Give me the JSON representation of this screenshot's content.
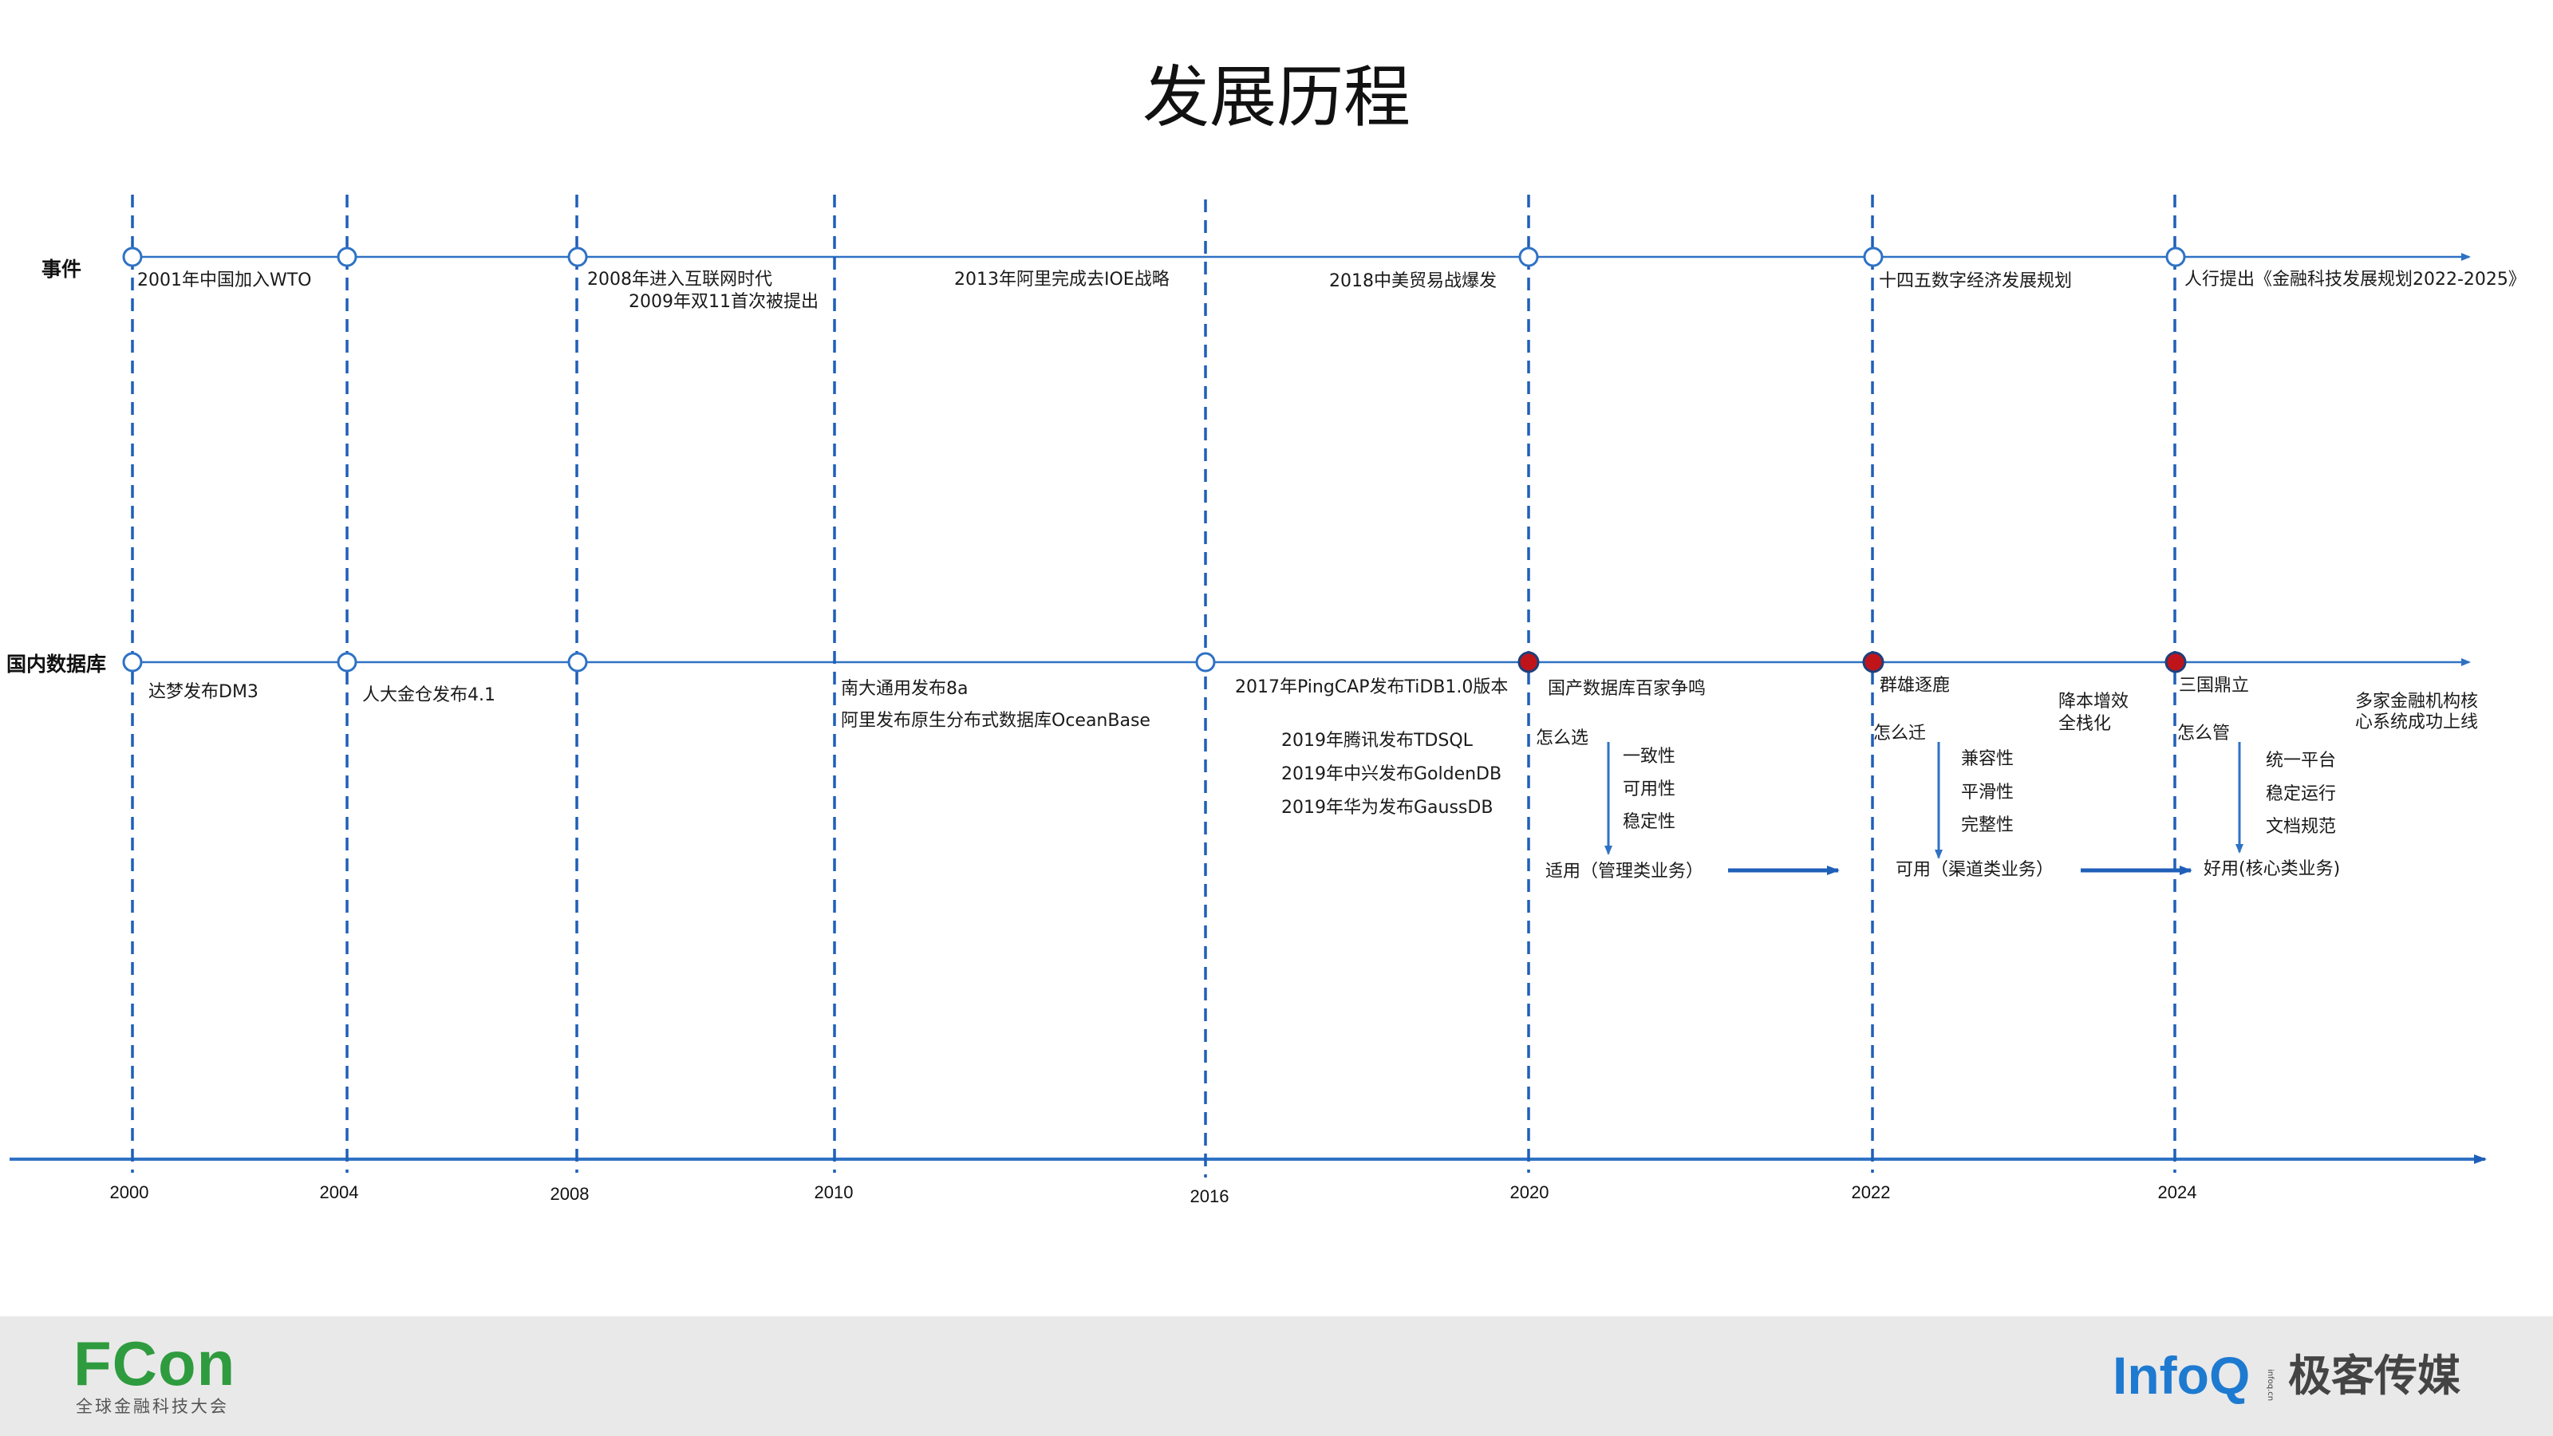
{
  "title": "发展历程",
  "rows": {
    "events_label": "事件",
    "db_label": "国内数据库"
  },
  "years": [
    "2000",
    "2004",
    "2008",
    "2010",
    "2016",
    "2020",
    "2022",
    "2024"
  ],
  "events": {
    "e2001": "2001年中国加入WTO",
    "e2008a": "2008年进入互联网时代",
    "e2009": "2009年双11首次被提出",
    "e2013": "2013年阿里完成去IOE战略",
    "e2018": "2018中美贸易战爆发",
    "e2021": "十四五数字经济发展规划",
    "e2024": "人行提出《金融科技发展规划2022-2025》"
  },
  "db_events": {
    "dm3": "达梦发布DM3",
    "kingbase": "人大金仓发布4.1",
    "gbase": "南大通用发布8a",
    "oceanbase": "阿里发布原生分布式数据库OceanBase",
    "tidb": "2017年PingCAP发布TiDB1.0版本",
    "tdsql": "2019年腾讯发布TDSQL",
    "goldendb": "2019年中兴发布GoldenDB",
    "gaussdb": "2019年华为发布GaussDB",
    "baijia": "国产数据库百家争鸣",
    "qunxiong": "群雄逐鹿",
    "jiangben1": "降本增效",
    "jiangben2": "全栈化",
    "sanguo": "三国鼎立",
    "duojia1": "多家金融机构核",
    "duojia2": "心系统成功上线"
  },
  "phases": {
    "p1_question": "怎么选",
    "p1_items": [
      "一致性",
      "可用性",
      "稳定性"
    ],
    "p1_result": "适用（管理类业务）",
    "p2_question": "怎么迁",
    "p2_items": [
      "兼容性",
      "平滑性",
      "完整性"
    ],
    "p2_result": "可用（渠道类业务）",
    "p3_question": "怎么管",
    "p3_items": [
      "统一平台",
      "稳定运行",
      "文档规范"
    ],
    "p3_result": "好用(核心类业务)"
  },
  "footer": {
    "fcon_brand": "FCon",
    "fcon_sub": "全球金融科技大会",
    "infoq_brand": "InfoQ",
    "infoq_tiny": "infoq.cn",
    "infoq_cn": "极客传媒"
  },
  "colors": {
    "line_blue": "#2f72c4",
    "dash_blue": "#1f5fb8",
    "marker_red": "#c0141b",
    "fcon_green": "#2e9b3e",
    "infoq_blue": "#1e7ad0"
  }
}
